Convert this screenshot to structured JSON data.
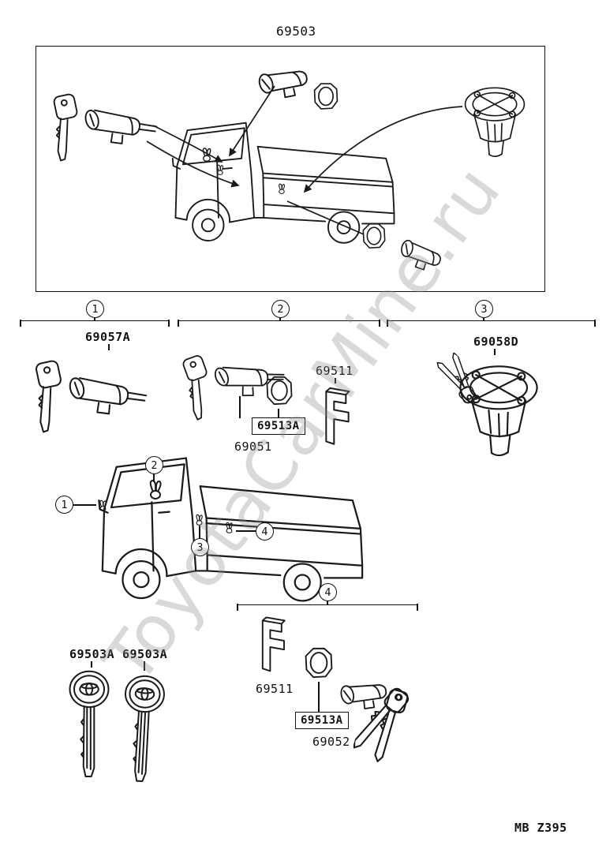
{
  "page": {
    "title": "69503",
    "footer_code": "MB Z395",
    "watermark": "ToyotaCarMine.ru"
  },
  "groups": {
    "g1": {
      "num": "1",
      "part": "69057A"
    },
    "g2": {
      "num": "2",
      "clip_part": "69511",
      "boxed_part": "69513A",
      "part": "69051"
    },
    "g3": {
      "num": "3",
      "part": "69058D"
    },
    "g4": {
      "num": "4",
      "clip_part": "69511",
      "boxed_part": "69513A",
      "part": "69052"
    }
  },
  "truck_callouts": {
    "c1": "1",
    "c2": "2",
    "c3": "3",
    "c4": "4"
  },
  "key_blanks": {
    "left": "69503A",
    "right": "69503A"
  }
}
